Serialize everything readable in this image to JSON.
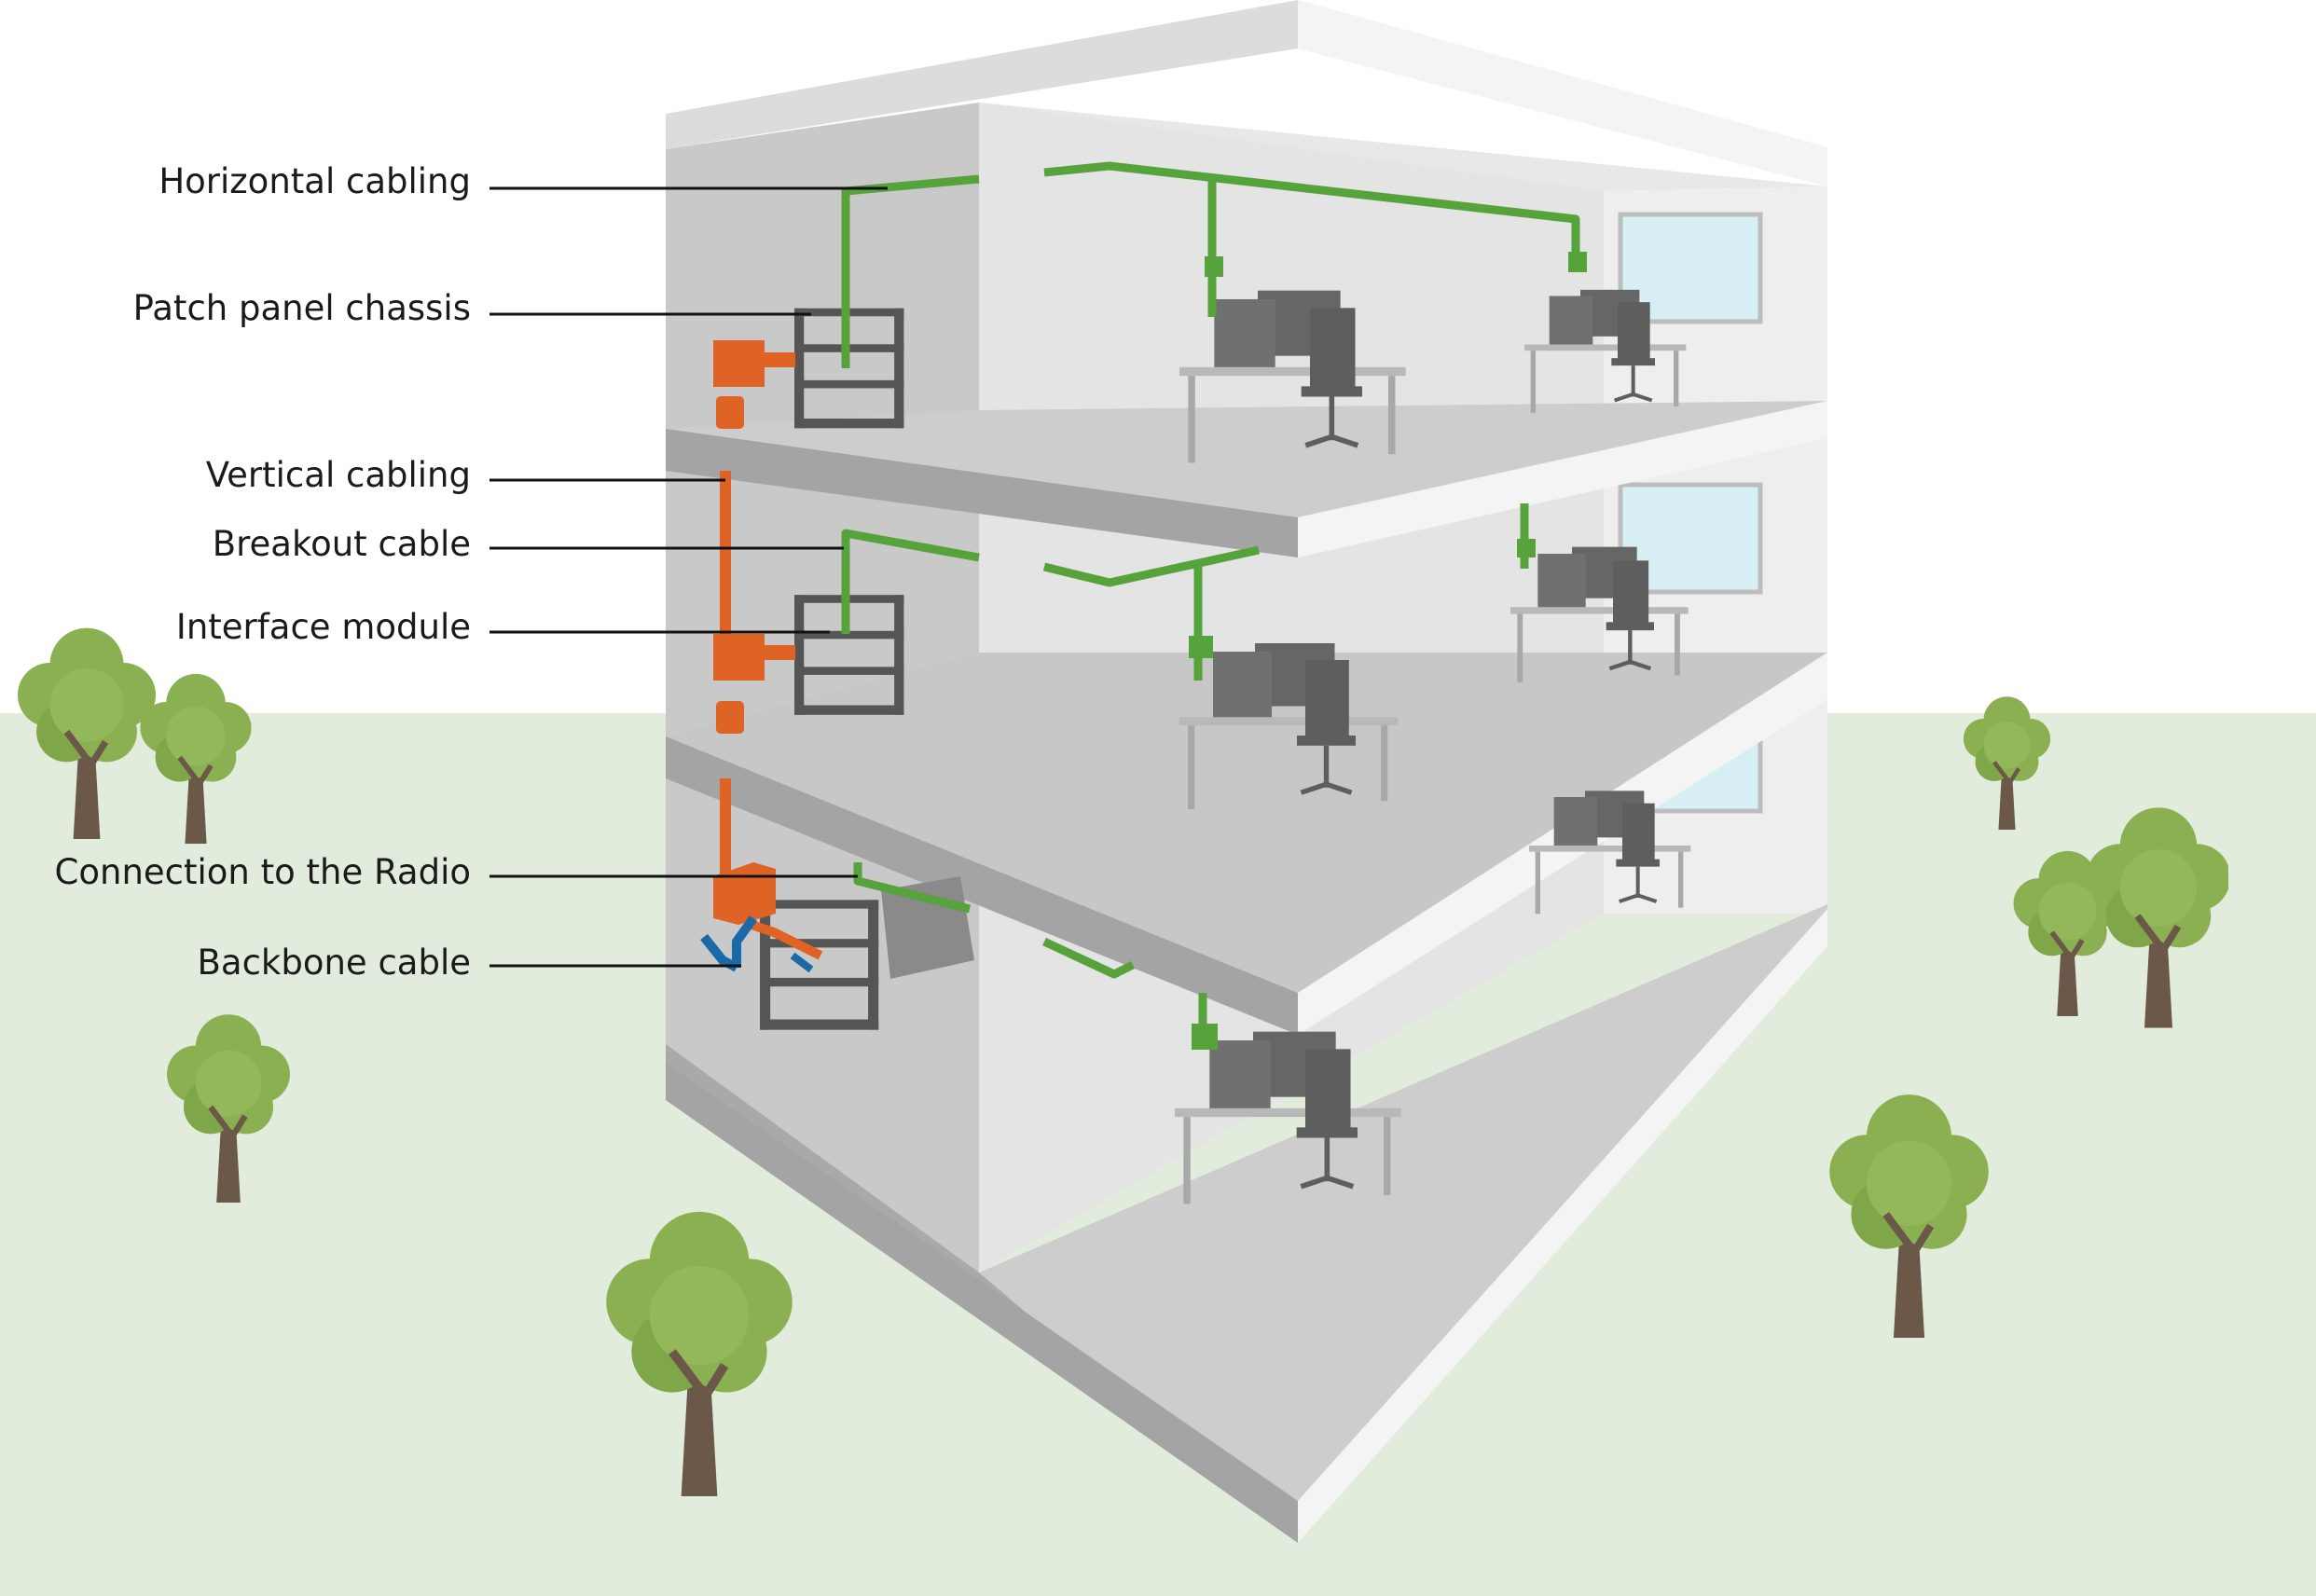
{
  "labels": [
    "Horizontal cabling",
    "Patch panel chassis",
    "Vertical cabling",
    "Breakout cable",
    "Interface module",
    "Connection to the Radio",
    "Backbone cable"
  ],
  "colors": {
    "sky": "#ffffff",
    "grass": "#e2ecdc",
    "horizontal_cable": "#56a23b",
    "vertical_cable": "#e06326",
    "backbone_cable": "#1b6aa8",
    "furniture": "#666666",
    "desk_frame": "#a8a8a8",
    "tree_foliage": "#8bb052",
    "tree_trunk": "#6b5849"
  },
  "icons": [
    "tree-icon",
    "desk-icon",
    "office-chair-icon",
    "monitor-icon",
    "rack-icon",
    "window-icon"
  ]
}
